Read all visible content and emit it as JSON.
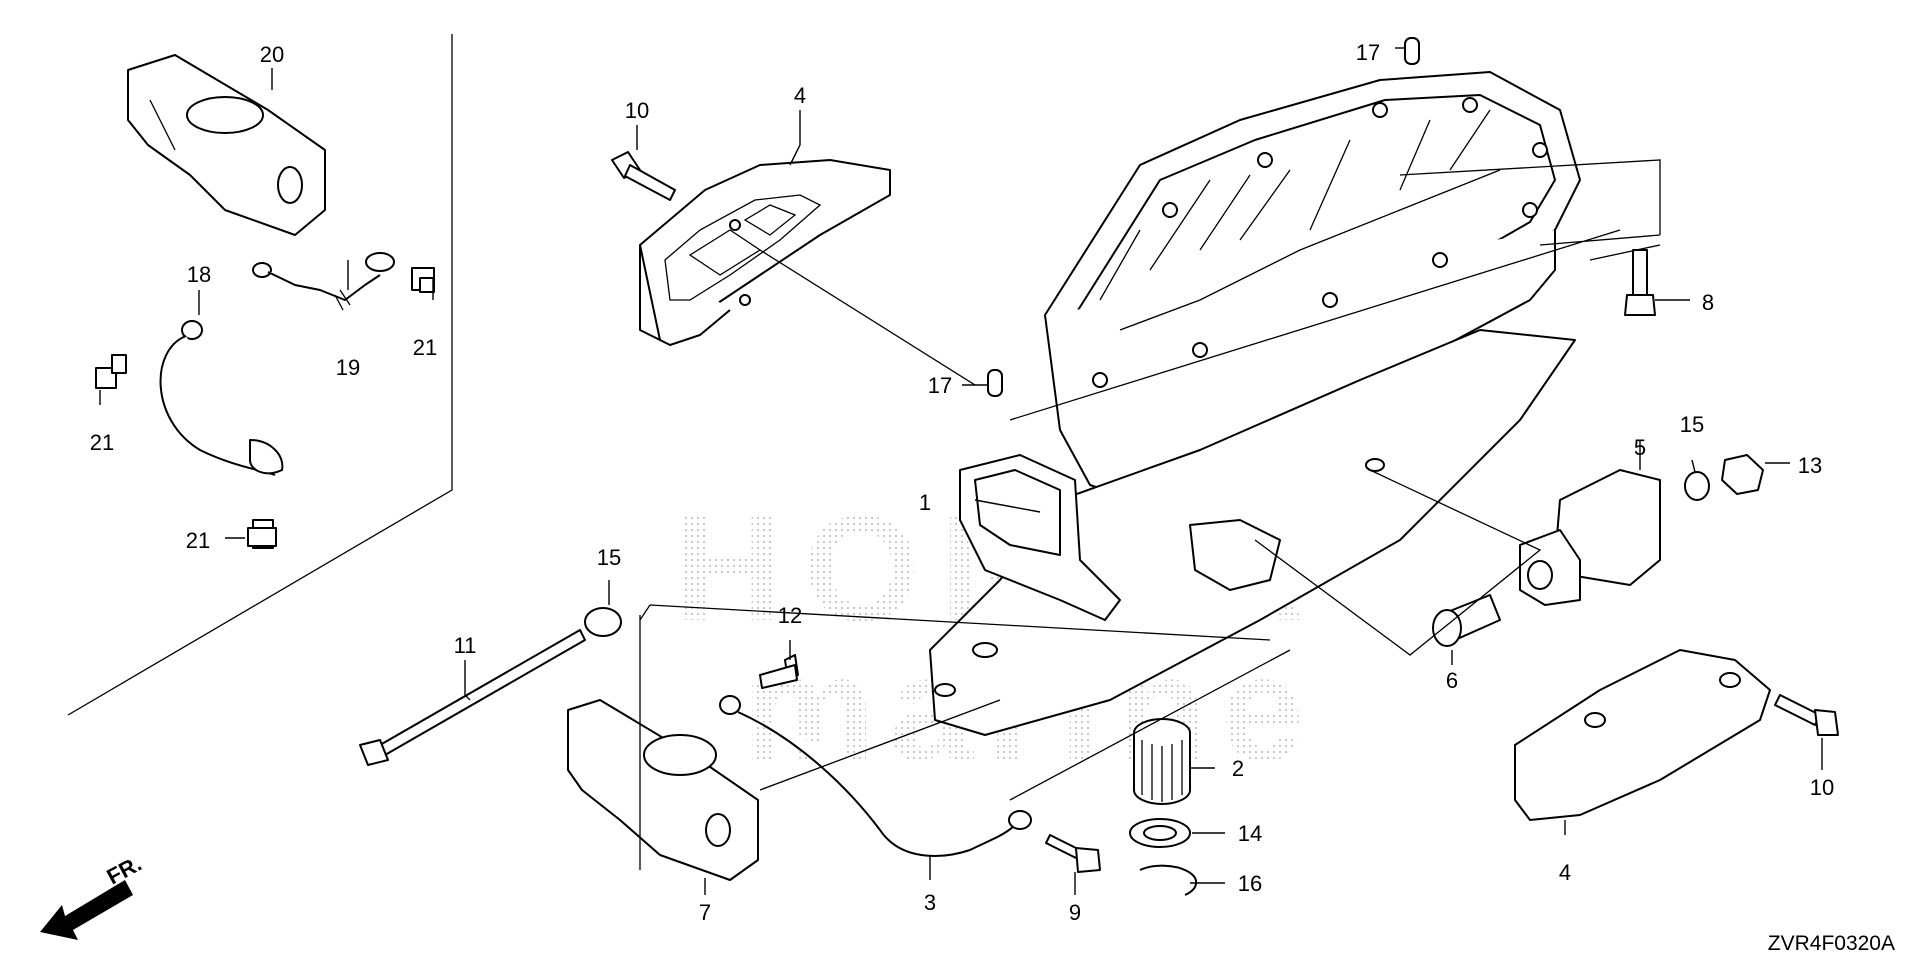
{
  "diagram": {
    "code": "ZVR4F0320A",
    "direction_label": "FR.",
    "watermark": [
      "HONDA",
      "marine"
    ],
    "callouts": [
      {
        "id": "c1",
        "text": "1"
      },
      {
        "id": "c2",
        "text": "2"
      },
      {
        "id": "c3",
        "text": "3"
      },
      {
        "id": "c4a",
        "text": "4"
      },
      {
        "id": "c4b",
        "text": "4"
      },
      {
        "id": "c5",
        "text": "5"
      },
      {
        "id": "c6",
        "text": "6"
      },
      {
        "id": "c7",
        "text": "7"
      },
      {
        "id": "c8",
        "text": "8"
      },
      {
        "id": "c9",
        "text": "9"
      },
      {
        "id": "c10a",
        "text": "10"
      },
      {
        "id": "c10b",
        "text": "10"
      },
      {
        "id": "c11",
        "text": "11"
      },
      {
        "id": "c12",
        "text": "12"
      },
      {
        "id": "c13",
        "text": "13"
      },
      {
        "id": "c14",
        "text": "14"
      },
      {
        "id": "c15a",
        "text": "15"
      },
      {
        "id": "c15b",
        "text": "15"
      },
      {
        "id": "c16",
        "text": "16"
      },
      {
        "id": "c17a",
        "text": "17"
      },
      {
        "id": "c17b",
        "text": "17"
      },
      {
        "id": "c18",
        "text": "18"
      },
      {
        "id": "c19",
        "text": "19"
      },
      {
        "id": "c20",
        "text": "20"
      },
      {
        "id": "c21a",
        "text": "21"
      },
      {
        "id": "c21b",
        "text": "21"
      },
      {
        "id": "c21c",
        "text": "21"
      }
    ]
  }
}
